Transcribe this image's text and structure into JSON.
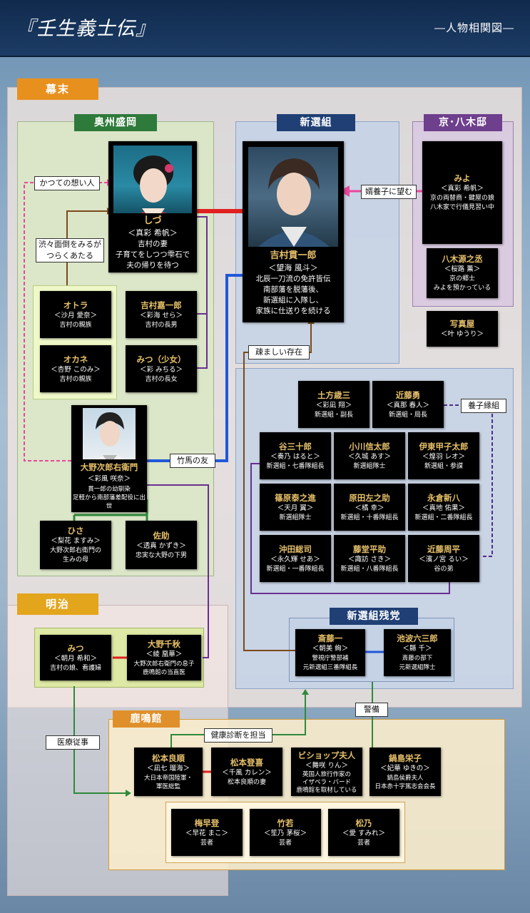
{
  "header": {
    "title": "『壬生義士伝』",
    "subtitle": "―人物相関図―"
  },
  "eras": {
    "bakumatsu": "幕末",
    "meiji": "明治"
  },
  "groups": {
    "oshu": "奥州盛岡",
    "shinsengumi": "新選組",
    "yagi": "京･八木邸",
    "zanto": "新選組残党",
    "rokumeikan": "鹿鳴館"
  },
  "relations": {
    "former_love": "かつての想い人",
    "worry": "渋々面倒をみるが\nつらくあたる",
    "adopt_wish": "婿養子に望む",
    "annoying": "疎ましい存在",
    "childhood_friend": "竹馬の友",
    "adoption": "養子縁組",
    "guard": "警備",
    "checkup": "健康診断を担当",
    "medical": "医療従事"
  },
  "people": {
    "shizu": {
      "name": "しづ",
      "actor": "＜真彩 希帆＞",
      "desc": "吉村の妻\n子育てをしつつ雫石で\n夫の帰りを待つ"
    },
    "yoshimura": {
      "name": "吉村貫一郎",
      "actor": "＜望海 風斗＞",
      "desc": "北辰一刀流の免許皆伝\n南部藩を脱藩後、\n新選組に入隊し、\n家族に仕送りを続ける"
    },
    "ohno": {
      "name": "大野次郎右衛門",
      "actor": "＜彩風 咲奈＞",
      "desc": "貫一郎の幼馴染\n足軽から南部藩差配役に出世"
    },
    "otora": {
      "name": "オトラ",
      "actor": "＜沙月 愛奈＞",
      "desc": "吉村の親族"
    },
    "okane": {
      "name": "オカネ",
      "actor": "＜杏野 このみ＞",
      "desc": "吉村の親族"
    },
    "kaichiro": {
      "name": "吉村嘉一郎",
      "actor": "＜彩海 せら＞",
      "desc": "吉村の長男"
    },
    "mitsu_girl": {
      "name": "みつ（少女）",
      "actor": "＜彩 みちる＞",
      "desc": "吉村の長女"
    },
    "hisa": {
      "name": "ひさ",
      "actor": "＜梨花 ますみ＞",
      "desc": "大野次郎右衛門の\n生みの母"
    },
    "sasuke": {
      "name": "佐助",
      "actor": "＜透真 かずき＞",
      "desc": "忠実な大野の下男"
    },
    "miyo": {
      "name": "みよ",
      "actor": "＜真彩 希帆＞",
      "desc": "京の両替商・鍵屋の娘\n八木家で行儀見習い中"
    },
    "yagi_genno": {
      "name": "八木源之丞",
      "actor": "＜桜路 薫＞",
      "desc": "京の郷士\nみよを預かっている"
    },
    "photographer": {
      "name": "写真屋",
      "actor": "＜叶 ゆうり＞",
      "desc": ""
    },
    "hijikata": {
      "name": "土方歳三",
      "actor": "＜彩凪 翔＞",
      "desc": "新選組・副長"
    },
    "kondo_isami": {
      "name": "近藤勇",
      "actor": "＜真那 春人＞",
      "desc": "新選組・局長"
    },
    "tani": {
      "name": "谷三十郎",
      "actor": "＜奏乃 はると＞",
      "desc": "新選組・七番隊組長"
    },
    "ogawa": {
      "name": "小川信太郎",
      "actor": "＜久城 あす＞",
      "desc": "新選組隊士"
    },
    "ito": {
      "name": "伊東甲子太郎",
      "actor": "＜煌羽 レオ＞",
      "desc": "新選組・参謀"
    },
    "shinohara": {
      "name": "篠原泰之進",
      "actor": "＜天月 翼＞",
      "desc": "新選組隊士"
    },
    "harada": {
      "name": "原田左之助",
      "actor": "＜橘 幸＞",
      "desc": "新選組・十番隊組長"
    },
    "nagakura": {
      "name": "永倉新八",
      "actor": "＜真地 佑果＞",
      "desc": "新選組・二番隊組長"
    },
    "okita": {
      "name": "沖田総司",
      "actor": "＜永久輝 せあ＞",
      "desc": "新選組・一番隊組長"
    },
    "todo": {
      "name": "藤堂平助",
      "actor": "＜諏訪 さき＞",
      "desc": "新選組・八番隊組長"
    },
    "kondo_shuhei": {
      "name": "近藤周平",
      "actor": "＜濱ノ宮 るい＞",
      "desc": "谷の弟"
    },
    "saito": {
      "name": "斎藤一",
      "actor": "＜朝美 絢＞",
      "desc": "警視庁警部補\n元新選組三番隊組長"
    },
    "ikehata": {
      "name": "池波六三郎",
      "actor": "＜縣 千＞",
      "desc": "斎藤の部下\n元新選組隊士"
    },
    "mitsu_adult": {
      "name": "みつ",
      "actor": "＜朝月 希和＞",
      "desc": "吉村の娘、看護婦"
    },
    "ohno_chiaki": {
      "name": "大野千秋",
      "actor": "＜綾 凰華＞",
      "desc": "大野次郎右衛門の息子\n鹿鳴館の当直医"
    },
    "matsumoto_ryojun": {
      "name": "松本良順",
      "actor": "＜凪七 瑠海＞",
      "desc": "大日本帝国陸軍・\n軍医総監"
    },
    "matsumoto_tomiko": {
      "name": "松本登喜",
      "actor": "＜千風 カレン＞",
      "desc": "松本良順の妻"
    },
    "bishop": {
      "name": "ビショップ夫人",
      "actor": "＜舞咲 りん＞",
      "desc": "英国人旅行作家の\nイザベラ・バード\n鹿鳴館を取材している"
    },
    "nabeshima": {
      "name": "鍋島栄子",
      "actor": "＜妃華 ゆきの＞",
      "desc": "鍋島侯爵夫人\n日本赤十字篤志会会長"
    },
    "umehaya": {
      "name": "梅早登",
      "actor": "＜早花 まこ＞",
      "desc": "芸者"
    },
    "takewaka": {
      "name": "竹若",
      "actor": "＜笙乃 茅桜＞",
      "desc": "芸者"
    },
    "matsuno": {
      "name": "松乃",
      "actor": "＜愛 すみれ＞",
      "desc": "芸者"
    }
  },
  "colors": {
    "header_bg": "#17355c",
    "era_orange": "#e8901e",
    "era_meiji": "#e3a51c",
    "oshu_green": "#2e7a3a",
    "shinsen_blue": "#1f3f75",
    "yagi_purple": "#6e3f8c",
    "roku_orange": "#e0902a",
    "name_gold": "#e6c06a"
  }
}
